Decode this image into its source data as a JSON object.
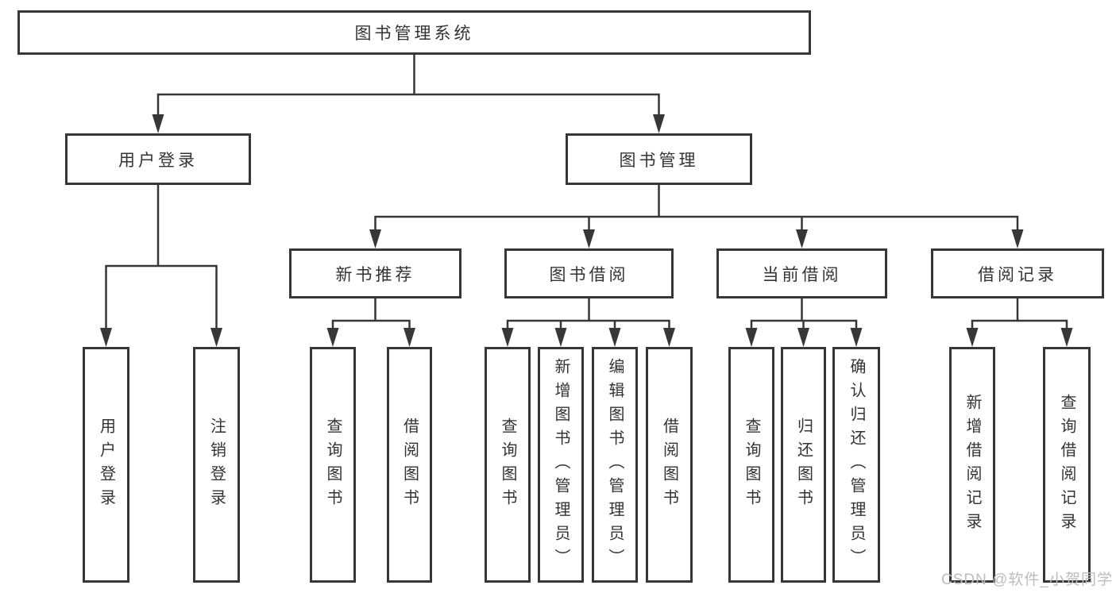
{
  "page": {
    "background": "#ffffff",
    "watermark": "CSDN @软件_小贺同学"
  },
  "colors": {
    "line": "#373737",
    "text": "#333333",
    "box_background": "#ffffff",
    "watermark": "#bdbdbd"
  },
  "tree": {
    "root": {
      "label": "图书管理系统"
    },
    "branches": [
      {
        "label": "用户登录",
        "children": [
          {
            "label": "用户登录"
          },
          {
            "label": "注销登录"
          }
        ]
      },
      {
        "label": "图书管理",
        "children": [
          {
            "label": "新书推荐",
            "children": [
              {
                "label": "查询图书"
              },
              {
                "label": "借阅图书"
              }
            ]
          },
          {
            "label": "图书借阅",
            "children": [
              {
                "label": "查询图书"
              },
              {
                "label": "新增图书（管理员）"
              },
              {
                "label": "编辑图书（管理员）"
              },
              {
                "label": "借阅图书"
              }
            ]
          },
          {
            "label": "当前借阅",
            "children": [
              {
                "label": "查询图书"
              },
              {
                "label": "归还图书"
              },
              {
                "label": "确认归还（管理员）"
              }
            ]
          },
          {
            "label": "借阅记录",
            "children": [
              {
                "label": "新增借阅记录"
              },
              {
                "label": "查询借阅记录"
              }
            ]
          }
        ]
      }
    ]
  }
}
